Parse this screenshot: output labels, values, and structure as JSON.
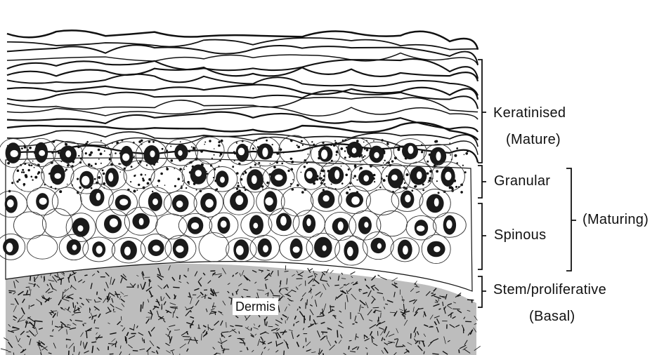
{
  "labels": {
    "keratinised": "Keratinised",
    "mature": "(Mature)",
    "granular": "Granular",
    "spinous": "Spinous",
    "maturing": "(Maturing)",
    "stem": "Stem/proliferative",
    "basal": "(Basal)",
    "dermis": "Dermis"
  }
}
